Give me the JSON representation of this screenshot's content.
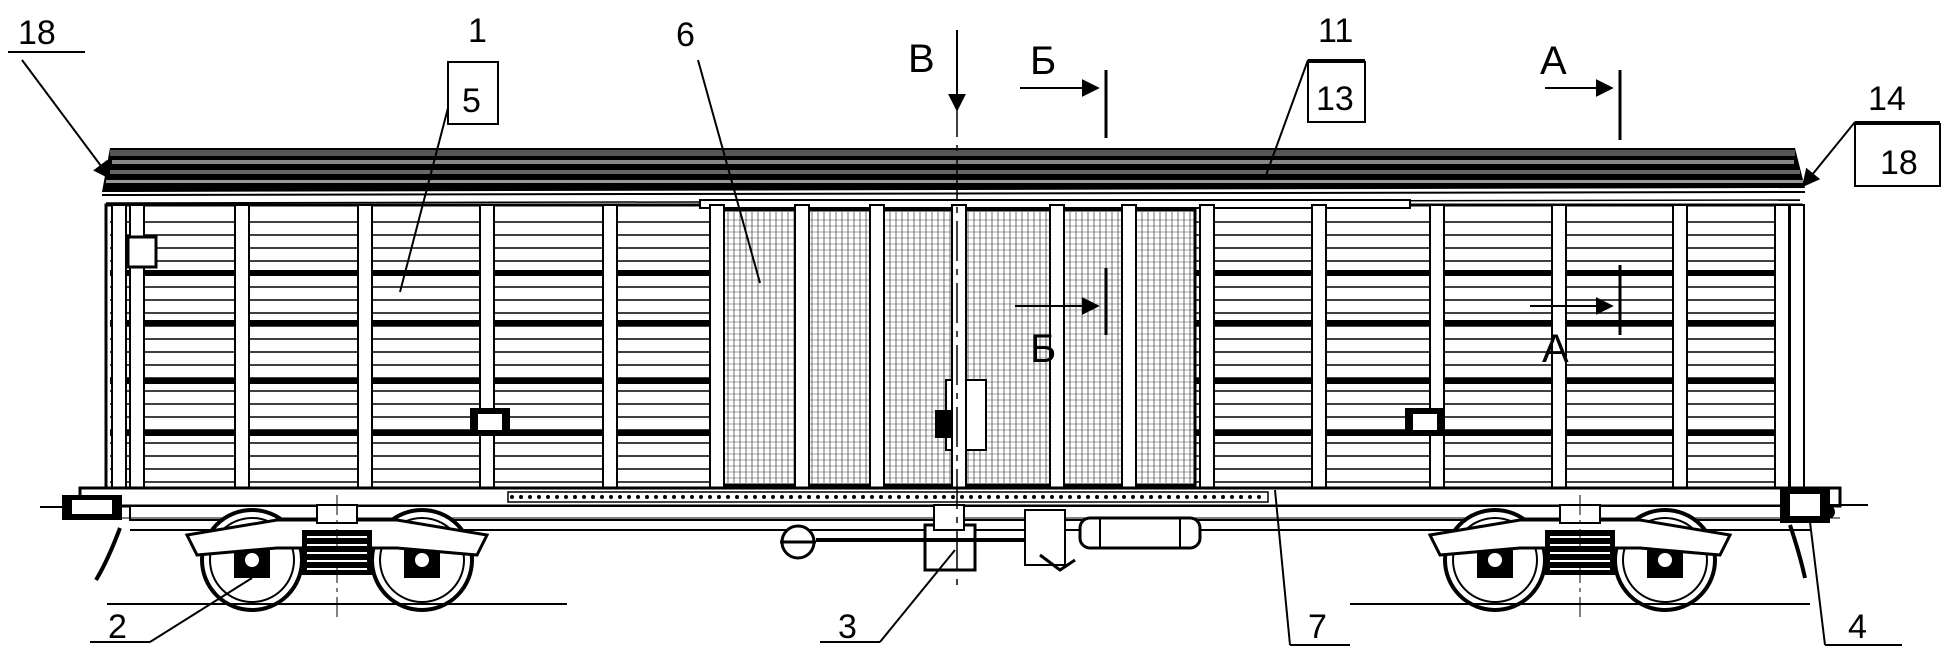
{
  "callouts": {
    "c18_left": "18",
    "c1": "1",
    "c5": "5",
    "c6": "6",
    "c11": "11",
    "c13": "13",
    "c14": "14",
    "c18_right": "18",
    "c2": "2",
    "c3": "3",
    "c7": "7",
    "c4": "4"
  },
  "section_marks": {
    "view_v": "В",
    "section_b_top": "Б",
    "section_a_top": "А",
    "section_b_body": "Б",
    "section_a_body": "А"
  }
}
